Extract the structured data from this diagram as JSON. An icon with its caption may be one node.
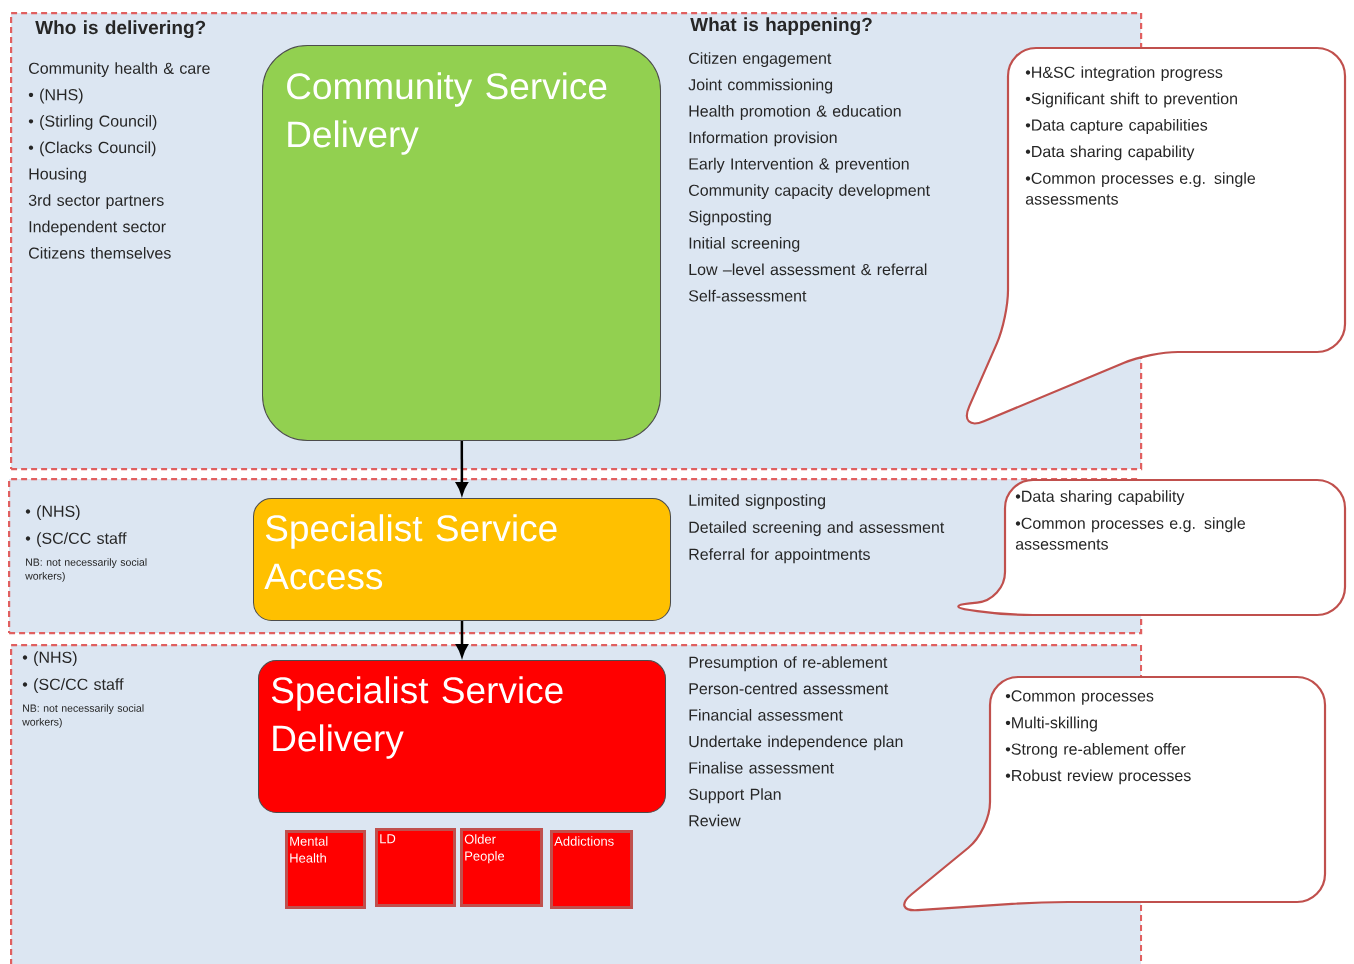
{
  "diagram": {
    "nodes": [
      {
        "text": [
          "Who is delivering?",
          "Community health & care",
          "• (NHS)",
          "• (Stirling Council)",
          "• (Clacks Council)",
          "Housing",
          "3rd sector partners",
          "Independent sector",
          "Citizens themselves",
          "What is happening?",
          "Citizen engagement",
          "Joint commissioning",
          "Health promotion & education",
          "Information provision",
          "Early Intervention & prevention",
          "Community capacity development",
          "Signposting",
          "Initial screening",
          "Low –level assessment & referral",
          "Self-assessment"
        ]
      },
      {
        "text": [
          "Community Service Delivery"
        ],
        "in": 0
      },
      {
        "text": [
          "•H&SC integration progress",
          "•Significant shift to prevention",
          "•Data capture capabilities",
          "•Data sharing capability",
          "•Common processes e.g. single assessments"
        ]
      },
      {
        "text": [
          "• (NHS)",
          "• (SC/CC staff",
          "NB: not necessarily social workers)",
          "Limited signposting",
          "Detailed screening and assessment",
          "Referral for appointments"
        ]
      },
      {
        "text": [
          "Specialist Service Access"
        ],
        "in": 3
      },
      {
        "text": [
          "•Data sharing capability",
          "•Common processes e.g. single assessments"
        ]
      },
      {
        "text": [
          "• (NHS)",
          "• (SC/CC staff",
          "NB: not necessarily social workers)",
          "Presumption of re-ablement",
          "Person-centred assessment",
          "Financial assessment",
          "Undertake independence plan",
          "Finalise assessment",
          "Support Plan",
          "Review"
        ]
      },
      {
        "text": [
          "Specialist Service Delivery"
        ],
        "in": 6
      },
      {
        "text": [
          "Mental Health"
        ],
        "in": 6
      },
      {
        "text": [
          "LD"
        ],
        "in": 6
      },
      {
        "text": [
          "Older People"
        ],
        "in": 6
      },
      {
        "text": [
          "Addictions"
        ],
        "in": 6
      },
      {
        "text": [
          "•Common processes",
          "•Multi-skilling",
          "•Strong re-ablement offer",
          "•Robust review processes"
        ]
      }
    ],
    "edges": [
      {
        "from": 1,
        "to": 4,
        "arrow": "to"
      },
      {
        "from": 4,
        "to": 7,
        "arrow": "to"
      }
    ]
  }
}
